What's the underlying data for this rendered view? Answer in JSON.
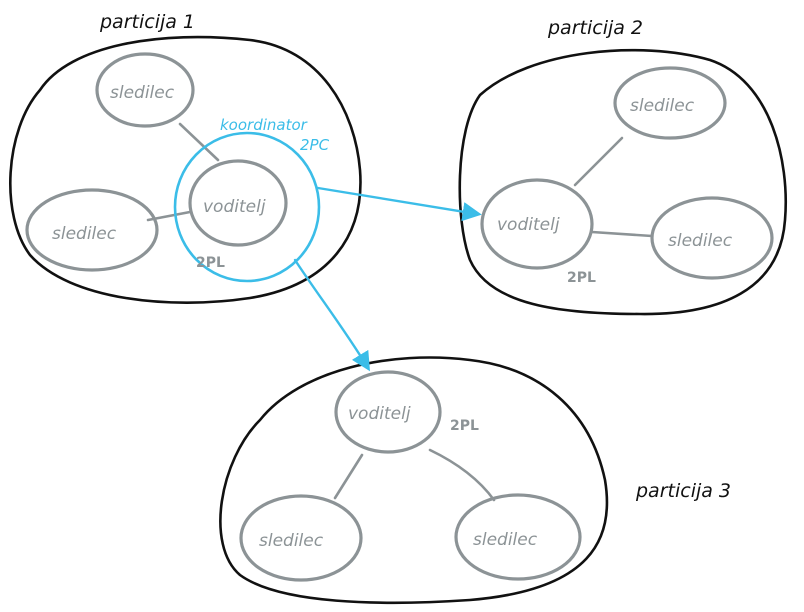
{
  "partitions": [
    {
      "label": "particija 1"
    },
    {
      "label": "particija 2"
    },
    {
      "label": "particija 3"
    }
  ],
  "nodes": {
    "p1_follower_top": "sledilec",
    "p1_follower_left": "sledilec",
    "p1_leader": "voditelj",
    "p2_follower_top": "sledilec",
    "p2_leader": "voditelj",
    "p2_follower_right": "sledilec",
    "p3_leader": "voditelj",
    "p3_follower_left": "sledilec",
    "p3_follower_right": "sledilec"
  },
  "protocols": {
    "p1": "2PL",
    "p2": "2PL",
    "p3": "2PL"
  },
  "coordinator": {
    "label": "koordinator",
    "protocol": "2PC"
  },
  "colors": {
    "outline": "#111111",
    "node": "#8c9396",
    "coordinator": "#3bbde8"
  }
}
